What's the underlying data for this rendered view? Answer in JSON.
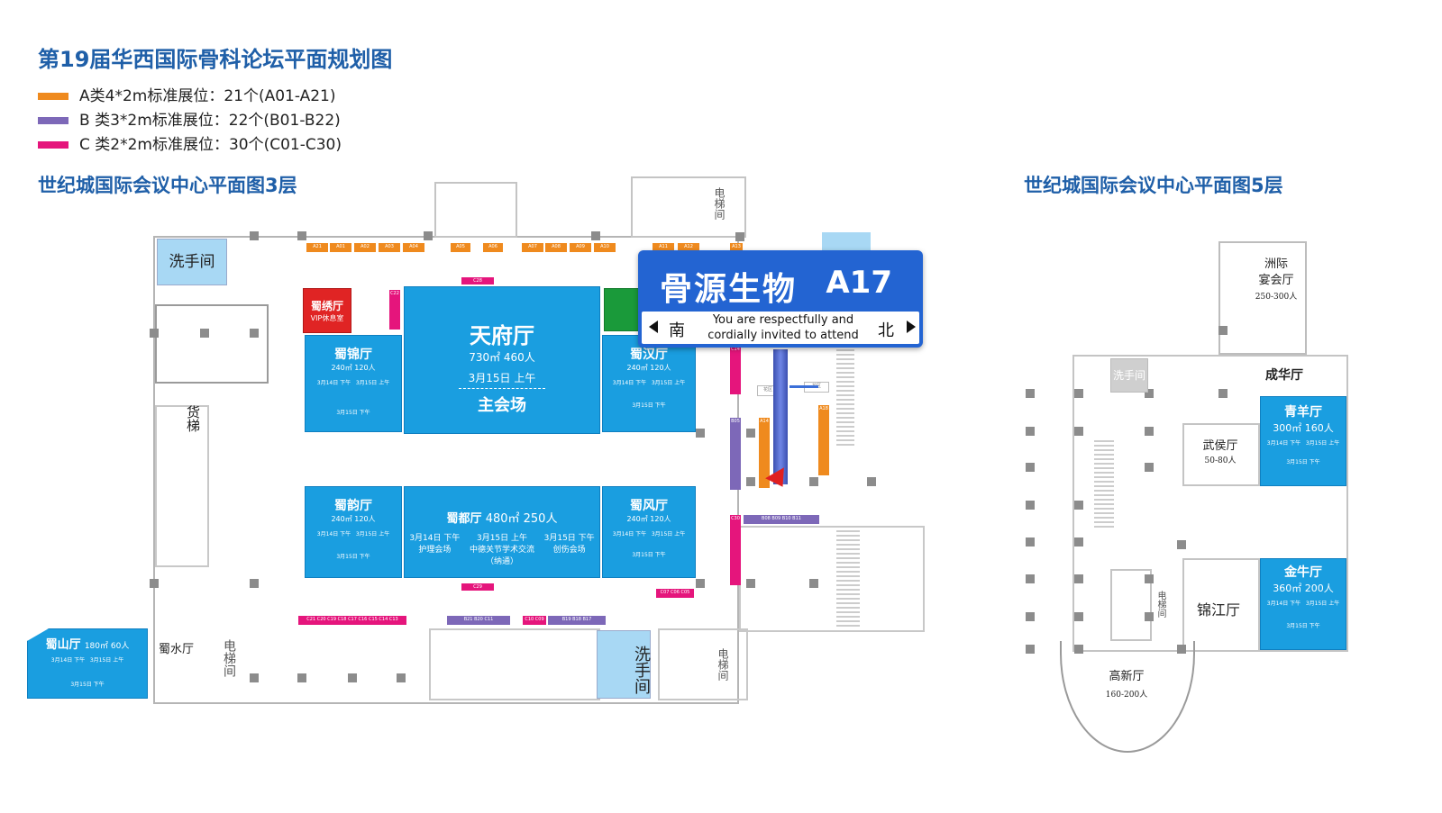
{
  "title": "第19届华西国际骨科论坛平面规划图",
  "legend": [
    {
      "label": "A类4*2m标准展位：21个(A01-A21)",
      "color": "#ef8a1e"
    },
    {
      "label": "B 类3*2m标准展位：22个(B01-B22)",
      "color": "#7d68b8"
    },
    {
      "label": "C 类2*2m标准展位：30个(C01-C30)",
      "color": "#e5157c"
    }
  ],
  "floor3": {
    "title": "世纪城国际会议中心平面图3层",
    "tianfu": {
      "name": "天府厅",
      "area": "730㎡ 460人",
      "date": "3月15日 上午",
      "event": "主会场"
    },
    "shujin": {
      "name": "蜀锦厅",
      "area": "240㎡ 120人",
      "s1": "3月14日 下午",
      "s2": "3月15日 上午",
      "s3": "3月15日 下午"
    },
    "shuxiu": {
      "name": "蜀绣厅",
      "note": "VIP休息室"
    },
    "shuhan": {
      "name": "蜀汉厅",
      "area": "240㎡ 120人",
      "s1": "3月14日 下午",
      "s2": "3月15日 上午",
      "s3": "3月15日 下午"
    },
    "shuyun": {
      "name": "蜀韵厅",
      "area": "240㎡ 120人",
      "s1": "3月14日 下午",
      "s2": "3月15日 上午",
      "s3": "3月15日 下午"
    },
    "shudu": {
      "name": "蜀都厅",
      "area": "480㎡ 250人",
      "sessions": [
        {
          "time": "3月14日 下午",
          "name": "护理会场"
        },
        {
          "time": "3月15日 上午",
          "name": "中德关节学术交流",
          "extra": "（纳通）"
        },
        {
          "time": "3月15日 下午",
          "name": "创伤会场"
        }
      ]
    },
    "shufeng": {
      "name": "蜀风厅",
      "area": "240㎡ 120人",
      "s1": "3月14日 下午",
      "s2": "3月15日 上午",
      "s3": "3月15日 下午"
    },
    "shushan": {
      "name": "蜀山厅",
      "area": "180㎡ 60人",
      "s1": "3月14日 下午",
      "s2": "3月15日 上午",
      "s3": "3月15日 下午"
    },
    "shushui": "蜀水厅",
    "washroom1": "洗手间",
    "washroom2": "洗手间",
    "freight": "货梯",
    "elevator": "电梯间"
  },
  "sign": {
    "company": "骨源生物",
    "booth": "A17",
    "south": "南",
    "north": "北",
    "line1": "You are respectfully and",
    "line2": "cordially invited to attend"
  },
  "floor5": {
    "title": "世纪城国际会议中心平面图5层",
    "zhouji": {
      "name": "洲际",
      "name2": "宴会厅",
      "cap": "250-300人"
    },
    "chenghua": "成华厅",
    "qingyang": {
      "name": "青羊厅",
      "area": "300㎡ 160人",
      "s1": "3月14日 下午",
      "s2": "3月15日 上午",
      "s3": "3月15日 下午"
    },
    "wuhou": {
      "name": "武侯厅",
      "cap": "50-80人"
    },
    "jinniu": {
      "name": "金牛厅",
      "area": "360㎡ 200人",
      "s1": "3月14日 下午",
      "s2": "3月15日 上午",
      "s3": "3月15日 下午"
    },
    "jinjiang": "锦江厅",
    "gaoxin": {
      "name": "高新厅",
      "cap": "160-200人"
    },
    "washroom": "洗手间",
    "elevator": "电梯间"
  }
}
